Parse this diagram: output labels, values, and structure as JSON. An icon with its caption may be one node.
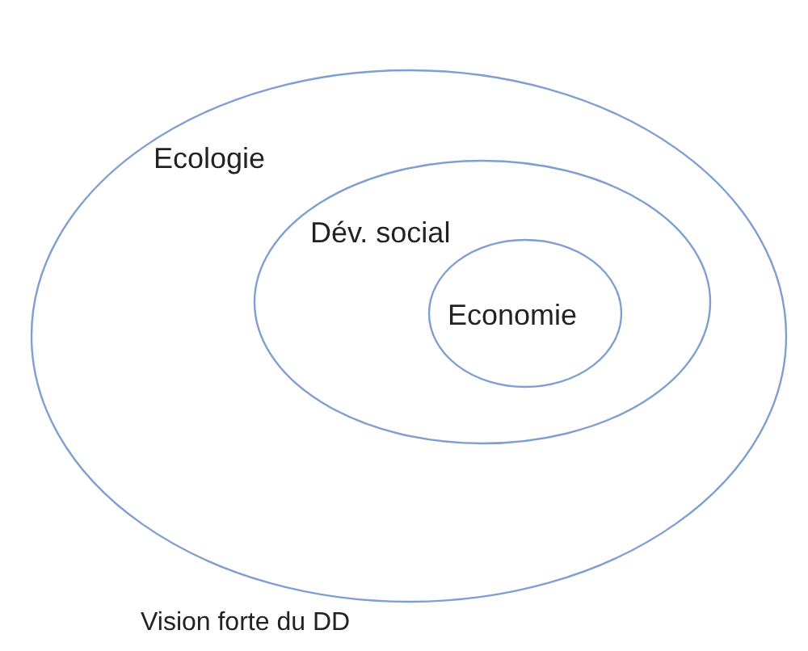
{
  "diagram": {
    "caption": "Vision forte du DD",
    "nodes": [
      {
        "text": [
          "Ecologie"
        ]
      },
      {
        "text": [
          "Dév. social"
        ],
        "in": 0
      },
      {
        "text": [
          "Economie"
        ],
        "in": 1
      }
    ],
    "edges": []
  }
}
